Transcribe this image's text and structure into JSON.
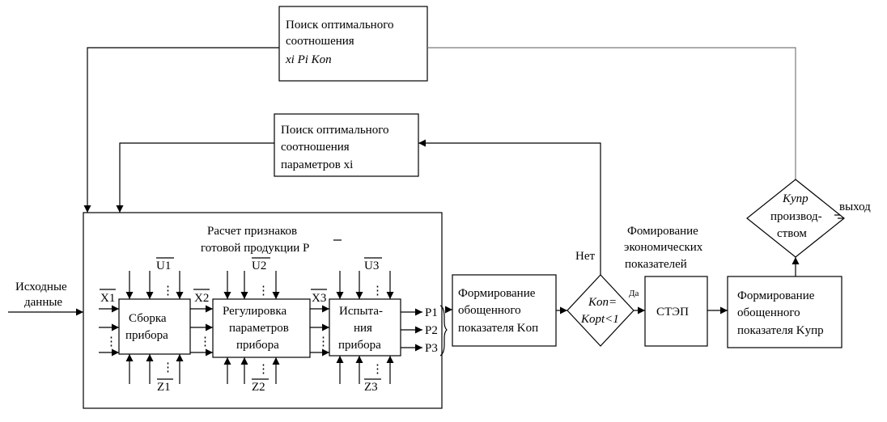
{
  "search_top": {
    "line1": "Поиск оптимального",
    "line2": "соотношения",
    "line3": "xi Pi Kоп"
  },
  "search_mid": {
    "line1": "Поиск оптимального",
    "line2": "соотношения",
    "line3": "параметров xi"
  },
  "calc": {
    "line1": "Расчет признаков",
    "line2": "готовой продукции P"
  },
  "input_label": {
    "line1": "Исходные",
    "line2": "данные"
  },
  "assembly": {
    "line1": "Сборка",
    "line2": "прибора"
  },
  "regulation": {
    "line1": "Регулировка",
    "line2": "параметров",
    "line3": "прибора"
  },
  "testing": {
    "line1": "Испыта-",
    "line2": "ния",
    "line3": "прибора"
  },
  "signals": {
    "x1": "X1",
    "x2": "X2",
    "x3": "X3",
    "u1": "U1",
    "u2": "U2",
    "u3": "U3",
    "z1": "Z1",
    "z2": "Z2",
    "z3": "Z3",
    "p1": "P1",
    "p2": "P2",
    "p3": "P3"
  },
  "form_kop": {
    "line1": "Формирование",
    "line2": "обощенного",
    "line3": "показателя Kоп"
  },
  "decision": {
    "line1": "Kоп=",
    "line2": "Kopt<1",
    "no": "Нет",
    "yes": "Да"
  },
  "econ": {
    "line1": "Фомирование",
    "line2": "экономических",
    "line3": "показателей"
  },
  "step": {
    "label": "СТЭП"
  },
  "form_kupr": {
    "line1": "Формирование",
    "line2": "обощенного",
    "line3": "показателя Kупр"
  },
  "prod": {
    "line1": "Kупр",
    "line2": "производ-",
    "line3": "ством"
  },
  "output": {
    "label": "выход"
  }
}
